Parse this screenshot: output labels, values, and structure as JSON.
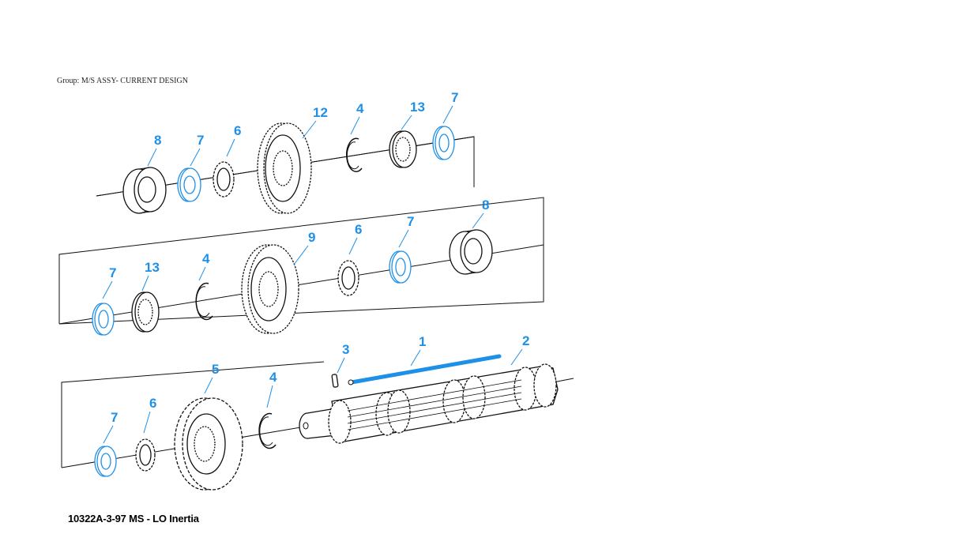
{
  "group_label": "Group: M/S ASSY- CURRENT DESIGN",
  "caption": "10322A-3-97 MS - LO Inertia",
  "colors": {
    "callout": "#1e90e8",
    "line": "#111111",
    "background": "#ffffff"
  },
  "callouts": {
    "row1": {
      "c8": "8",
      "c7a": "7",
      "c6": "6",
      "c12": "12",
      "c4": "4",
      "c13": "13",
      "c7b": "7"
    },
    "row2": {
      "c7a": "7",
      "c13": "13",
      "c4": "4",
      "c9": "9",
      "c6": "6",
      "c7b": "7",
      "c8": "8"
    },
    "row3": {
      "c7": "7",
      "c6": "6",
      "c5": "5",
      "c4": "4",
      "c3": "3",
      "c1": "1",
      "c2": "2"
    }
  },
  "parts": {
    "row1": [
      "sliding-clutch",
      "thrust-washer",
      "snap-ring-hub",
      "gear",
      "snap-ring",
      "clutch-hub",
      "thrust-washer"
    ],
    "row2": [
      "thrust-washer",
      "clutch-hub",
      "snap-ring",
      "gear",
      "snap-ring-hub",
      "thrust-washer",
      "sliding-clutch"
    ],
    "row3": [
      "thrust-washer",
      "snap-ring-hub",
      "gear",
      "snap-ring",
      "roll-pin",
      "key",
      "mainshaft"
    ]
  }
}
